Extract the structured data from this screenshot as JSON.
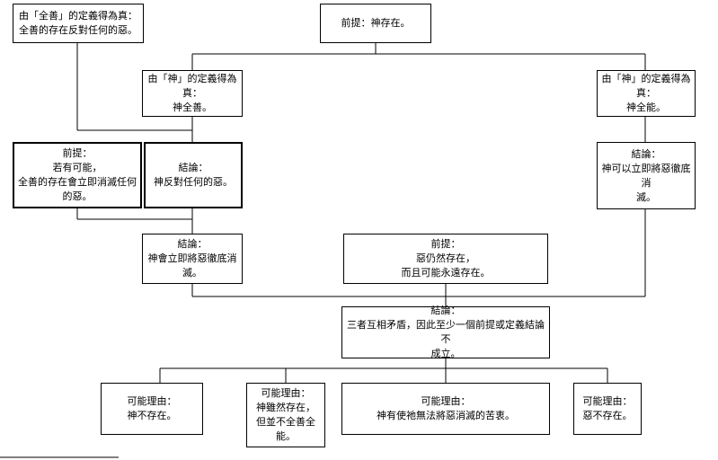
{
  "nodes": {
    "premise_god_exists": {
      "lines": [
        "前提：神存在。"
      ]
    },
    "def_all_good": {
      "lines": [
        "由「全善」的定義得為真：",
        "全善的存在反對任何的惡。"
      ]
    },
    "def_god_all_good": {
      "lines": [
        "由「神」的定義得為",
        "真：",
        "神全善。"
      ]
    },
    "def_god_omnipotent": {
      "lines": [
        "由「神」的定義得為",
        "真：",
        "神全能。"
      ]
    },
    "premise_if_possible": {
      "lines": [
        "前提：",
        "若有可能，",
        "全善的存在會立即消滅任何",
        "的惡。"
      ]
    },
    "conclusion_god_opposes_evil": {
      "lines": [
        "結論：",
        "神反對任何的惡。"
      ]
    },
    "conclusion_god_can_eliminate": {
      "lines": [
        "結論：",
        "神可以立即將惡徹底消",
        "滅。"
      ]
    },
    "conclusion_god_would_eliminate": {
      "lines": [
        "結論：",
        "神會立即將惡徹底消",
        "滅。"
      ]
    },
    "premise_evil_exists": {
      "lines": [
        "前提：",
        "惡仍然存在，",
        "而且可能永遠存在。"
      ]
    },
    "conclusion_contradiction": {
      "lines": [
        "結論：",
        "三者互相矛盾，因此至少一個前提或定義結論不",
        "成立。"
      ]
    },
    "reason_no_god": {
      "lines": [
        "可能理由：",
        "神不存在。"
      ]
    },
    "reason_not_all_good": {
      "lines": [
        "可能理由：",
        "神雖然存在，",
        "但並不全善全",
        "能。"
      ]
    },
    "reason_greater_good": {
      "lines": [
        "可能理由：",
        "神有使祂無法將惡消滅的苦衷。"
      ]
    },
    "reason_no_evil": {
      "lines": [
        "可能理由：",
        "惡不存在。"
      ]
    }
  }
}
